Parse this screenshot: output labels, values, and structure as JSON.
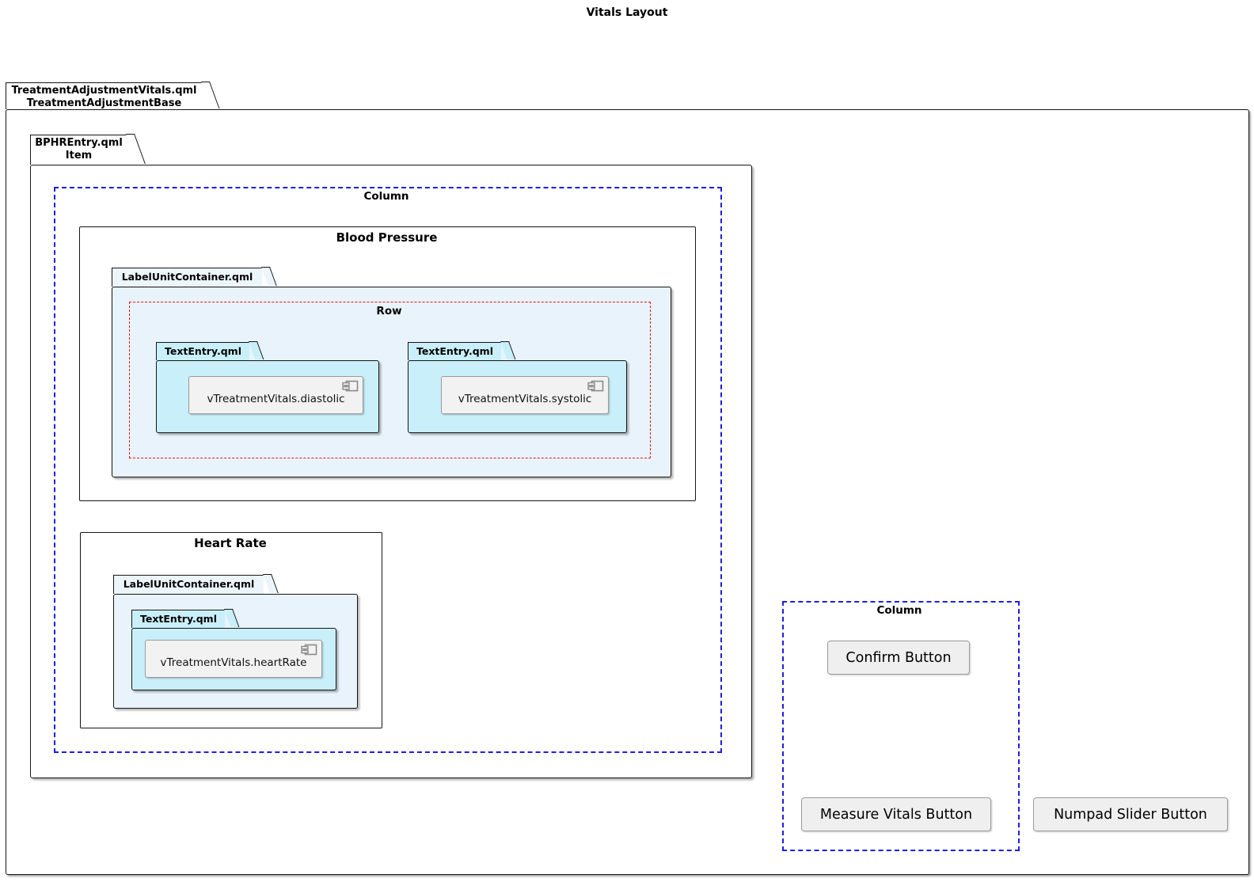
{
  "title": "Vitals Layout",
  "package": {
    "tab_line1": "TreatmentAdjustmentVitals.qml",
    "tab_line2": "TreatmentAdjustmentBase"
  },
  "bphr": {
    "tab_line1": "BPHREntry.qml",
    "tab_line2": "Item"
  },
  "left_column": {
    "label": "Column",
    "blood_pressure": {
      "title": "Blood Pressure",
      "container": {
        "tab": "LabelUnitContainer.qml",
        "row_label": "Row",
        "entries": [
          {
            "tab": "TextEntry.qml",
            "component": "vTreatmentVitals.diastolic"
          },
          {
            "tab": "TextEntry.qml",
            "component": "vTreatmentVitals.systolic"
          }
        ]
      }
    },
    "heart_rate": {
      "title": "Heart Rate",
      "container": {
        "tab": "LabelUnitContainer.qml",
        "entry": {
          "tab": "TextEntry.qml",
          "component": "vTreatmentVitals.heartRate"
        }
      }
    }
  },
  "right_column": {
    "label": "Column",
    "confirm_button": "Confirm Button",
    "measure_button": "Measure Vitals Button"
  },
  "numpad_button": "Numpad Slider Button",
  "colors": {
    "folder_light_blue": "#E8F3FB",
    "folder_cyan": "#C9EFFA",
    "component_fill": "#F2F2F2",
    "dashed_blue": "#1F1FDD",
    "dashed_red": "#E31717"
  }
}
